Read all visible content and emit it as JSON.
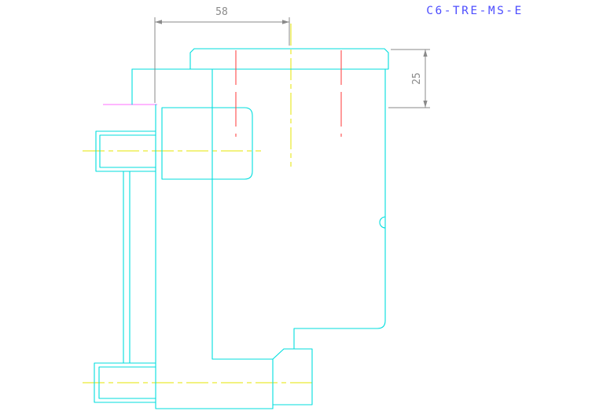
{
  "drawing_title": "C6-TRE-MS-E",
  "dimensions": {
    "horizontal": "58",
    "vertical": "25"
  },
  "colors": {
    "part": "#00dede",
    "hidden_line": "#ff4a4a",
    "centerline": "#e4e400",
    "dimension": "#8a8a8a",
    "section_line": "#ff8cff",
    "title_text": "#4d4dff",
    "background": "#ffffff"
  }
}
